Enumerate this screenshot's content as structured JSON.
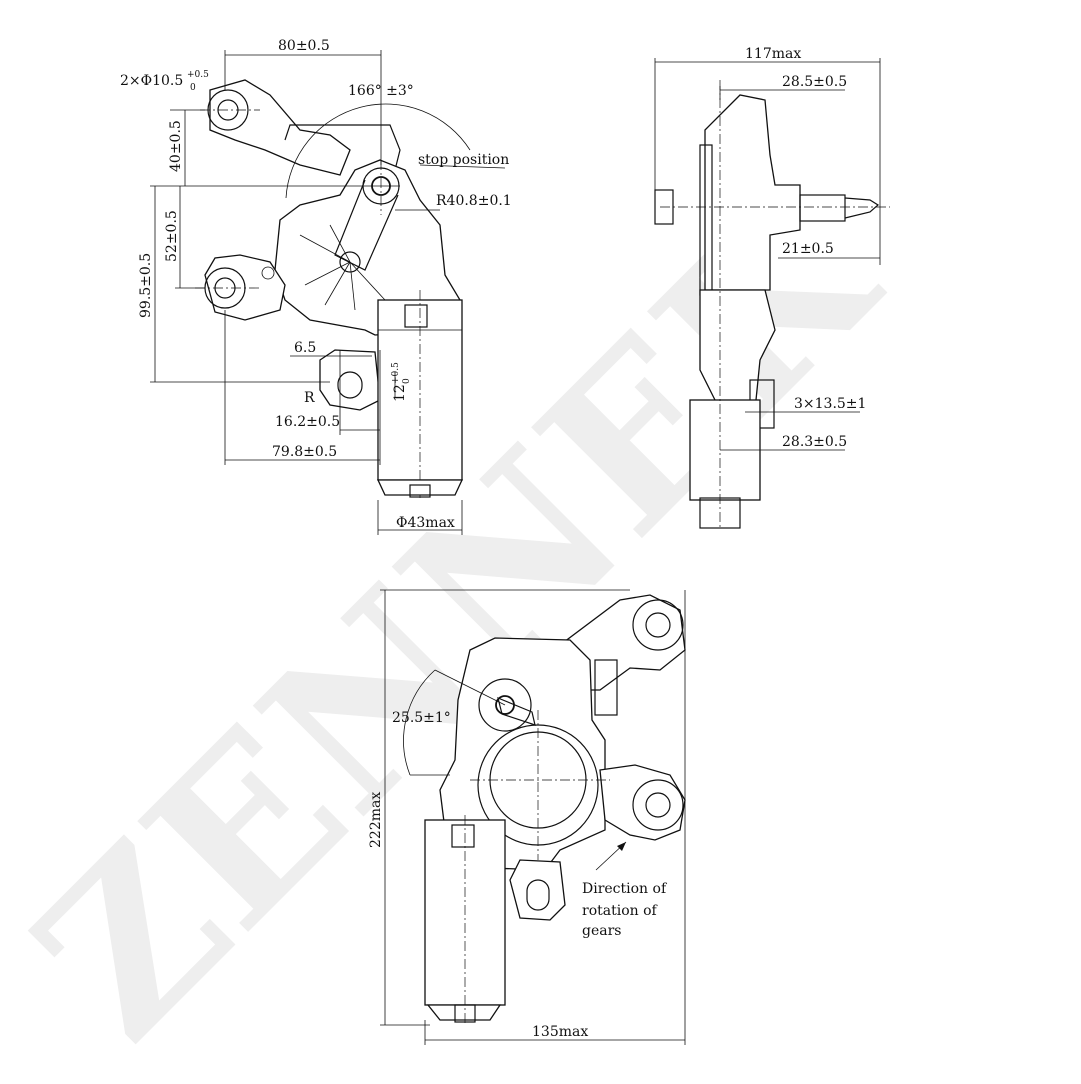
{
  "watermark": "ZENNEK",
  "views": {
    "top_left": {
      "dims": {
        "width_80": "80±0.5",
        "hole_d": "2×Φ10.5",
        "hole_tol_up": "+0.5",
        "hole_tol_low": "0",
        "angle": "166° ±3°",
        "stop": "stop position",
        "radius": "R40.8±0.1",
        "v40": "40±0.5",
        "v52": "52±0.5",
        "v99": "99.5±0.5",
        "d65": "6.5",
        "slot12": "12",
        "slot_up": "+0.5",
        "slot_low": "0",
        "r": "R",
        "d162": "16.2±0.5",
        "d798": "79.8±0.5",
        "d43": "Φ43max"
      }
    },
    "top_right": {
      "dims": {
        "d117": "117max",
        "d285": "28.5±0.5",
        "d21": "21±0.5",
        "d135": "3×13.5±1",
        "d283": "28.3±0.5"
      }
    },
    "bottom": {
      "dims": {
        "angle": "25.5±1°",
        "height": "222max",
        "width": "135max",
        "note_l1": "Direction of",
        "note_l2": "rotation of",
        "note_l3": "gears"
      }
    }
  }
}
